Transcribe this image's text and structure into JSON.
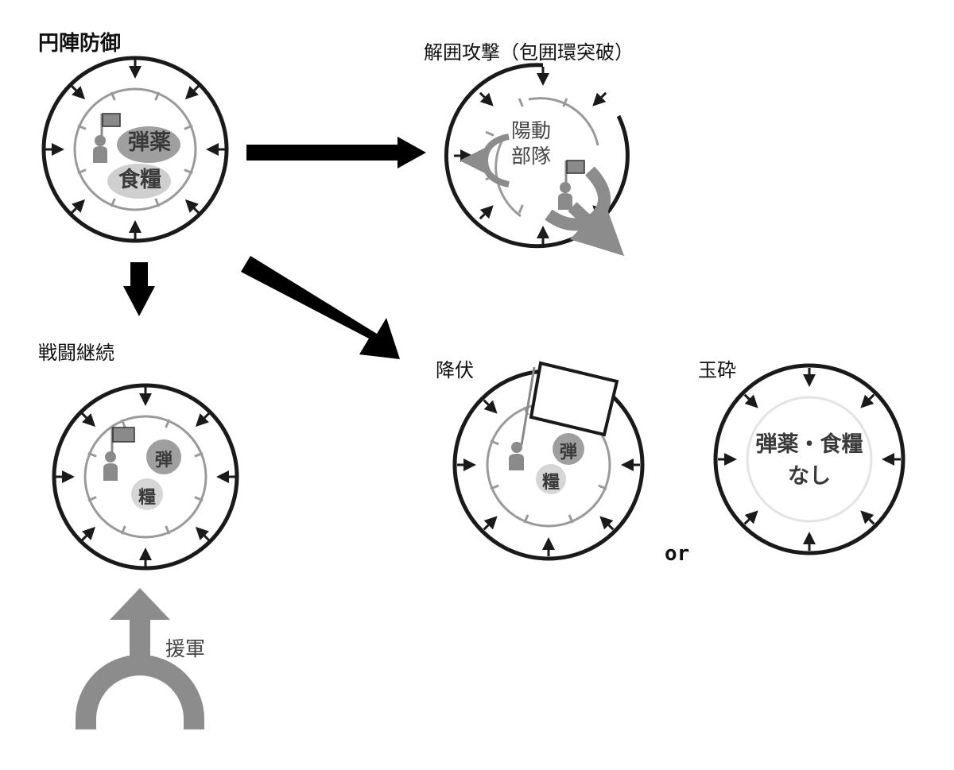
{
  "titles": {
    "circle_defense": "円陣防御",
    "break_siege": "解囲攻撃（包囲環突破）",
    "continue_fighting": "戦闘継続",
    "surrender": "降伏",
    "gyokusai": "玉砕"
  },
  "labels": {
    "ammo_full": "弾薬",
    "food_full": "食糧",
    "decoy_line1": "陽動",
    "decoy_line2": "部隊",
    "ammo_short": "弾",
    "food_short": "糧",
    "no_supplies_line1": "弾薬・食糧",
    "no_supplies_line2": "なし",
    "reinforcements": "援軍",
    "or": "or"
  },
  "colors": {
    "ink": "#1a1a1a",
    "ring_gray": "#9a9a9a",
    "figure_gray": "#8a8a8a",
    "supply_blob": "#bdbdbd",
    "arrow_gray": "#8c8c8c",
    "faint_ring": "#e3e3e3"
  }
}
